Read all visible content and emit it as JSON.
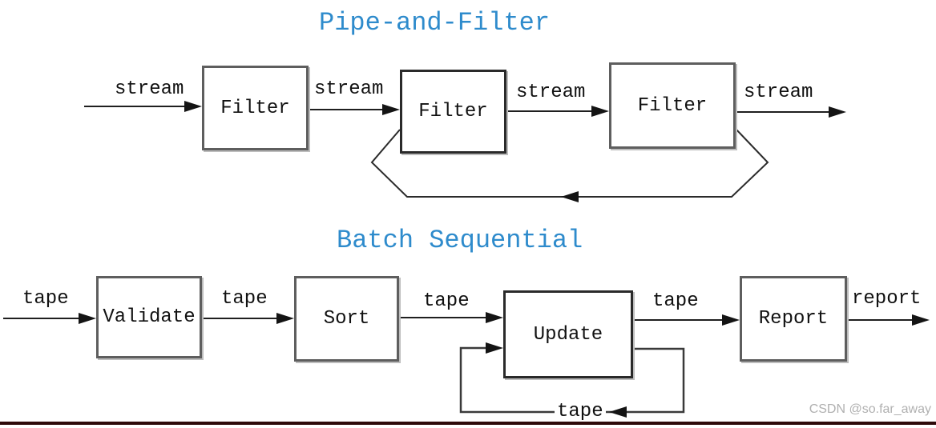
{
  "colors": {
    "title_blue": "#2e8bcc",
    "connector_line": "#1f1f1f",
    "arrowhead": "#141414",
    "box_border_gray": "#5e5e5e",
    "box_border_dark": "#2a2a2a",
    "box_text": "#111111",
    "watermark_gray": "#b0b0b0",
    "bottom_bar_maroon": "#2e0a0a"
  },
  "pipe_and_filter": {
    "title": "Pipe-and-Filter",
    "boxes": [
      {
        "label": "Filter"
      },
      {
        "label": "Filter"
      },
      {
        "label": "Filter"
      }
    ],
    "edge_labels": {
      "in": "stream",
      "f1_f2": "stream",
      "f2_f3": "stream",
      "out": "stream"
    }
  },
  "batch_sequential": {
    "title": "Batch Sequential",
    "boxes": [
      {
        "label": "Validate"
      },
      {
        "label": "Sort"
      },
      {
        "label": "Update"
      },
      {
        "label": "Report"
      }
    ],
    "edge_labels": {
      "in": "tape",
      "validate_sort": "tape",
      "sort_update": "tape",
      "update_report": "tape",
      "out": "report",
      "loop": "tape"
    }
  },
  "watermark": "CSDN @so.far_away"
}
